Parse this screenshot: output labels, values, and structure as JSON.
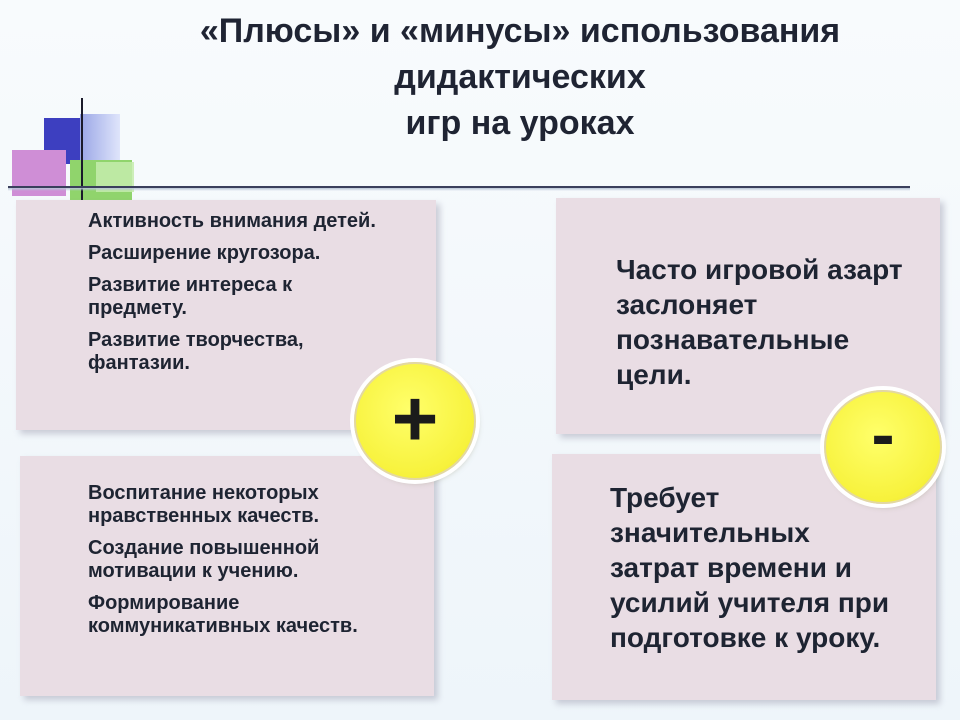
{
  "title": {
    "line1": "«Плюсы» и «минусы» использования",
    "line2": "дидактических",
    "line3": "игр  на уроках"
  },
  "pros_top": [
    "Активность внимания детей.",
    "Расширение кругозора.",
    "Развитие интереса к предмету.",
    "Развитие творчества, фантазии."
  ],
  "pros_bottom": [
    "Воспитание некоторых нравственных качеств.",
    "Создание повышенной мотивации к учению.",
    "Формирование коммуникативных качеств."
  ],
  "cons_top": "Часто игровой азарт заслоняет познавательные цели.",
  "cons_bottom": "Требует значительных затрат времени и усилий учителя при подготовке к уроку.",
  "plus_sign": "+",
  "minus_sign": "-",
  "colors": {
    "panel": "#e9dde4",
    "circle": "#f7f23c",
    "text": "#1e2432"
  }
}
